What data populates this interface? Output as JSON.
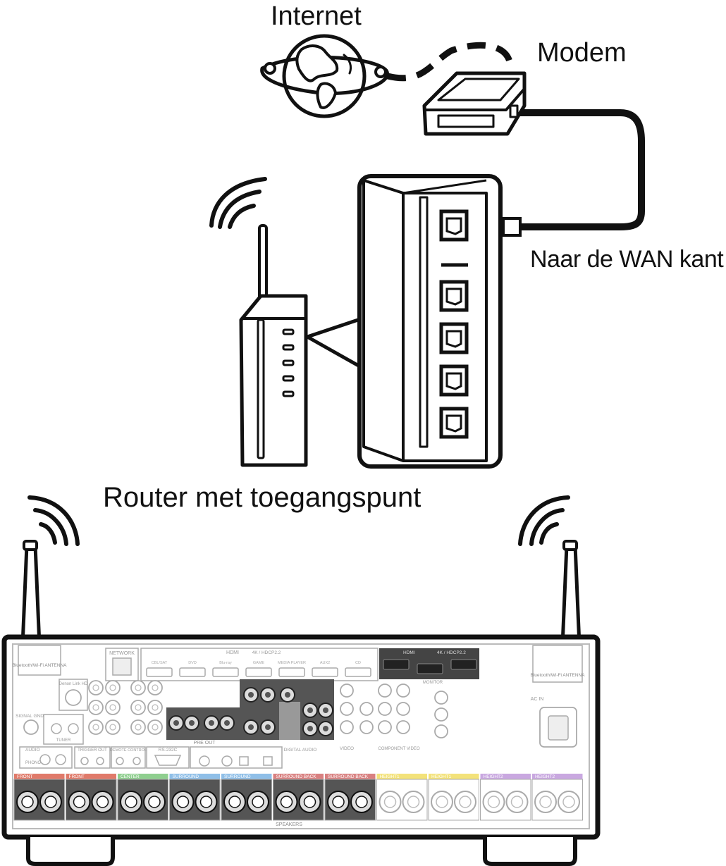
{
  "labels": {
    "internet": "Internet",
    "modem": "Modem",
    "wan_side": "Naar de WAN kant",
    "router": "Router met toegangspunt"
  },
  "receiver": {
    "network": "NETWORK",
    "hdmi_header": "HDMI",
    "hdmi_header_spec": "4K / HDCP2.2",
    "hdmi_inputs": [
      "CBL/SAT",
      "DVD",
      "Blu-ray",
      "GAME",
      "MEDIA PLAYER",
      "AUX2",
      "CD"
    ],
    "hdmi_out_header": "HDMI",
    "hdmi_out_spec": "4K / HDCP2.2",
    "bt_wifi_antenna": "Bluetooth/Wi-Fi ANTENNA",
    "ac_in": "AC IN",
    "signal_gnd": "SIGNAL GND",
    "denon_link": "Denon Link HD",
    "tuner": "TUNER",
    "audio": "AUDIO",
    "phono": "PHONO",
    "trigger_out": "TRIGGER OUT",
    "remote_control": "REMOTE CONTROL",
    "rs232c": "RS-232C",
    "digital_audio": "DIGITAL AUDIO",
    "pre_out": "PRE OUT",
    "video": "VIDEO",
    "component_video": "COMPONENT VIDEO",
    "monitor": "MONITOR",
    "speakers": "SPEAKERS",
    "speaker_sections": [
      "FRONT",
      "FRONT",
      "CENTER",
      "SURROUND",
      "SURROUND",
      "SURROUND BACK",
      "SURROUND BACK",
      "HEIGHT1",
      "HEIGHT1",
      "HEIGHT2",
      "HEIGHT2"
    ],
    "speaker_colors": [
      "#e07a6a",
      "#e07a6a",
      "#8fcf8f",
      "#8fbfe8",
      "#8fbfe8",
      "#d98080",
      "#d98080",
      "#f3e27a",
      "#f3e27a",
      "#c9a8e0",
      "#c9a8e0"
    ]
  }
}
